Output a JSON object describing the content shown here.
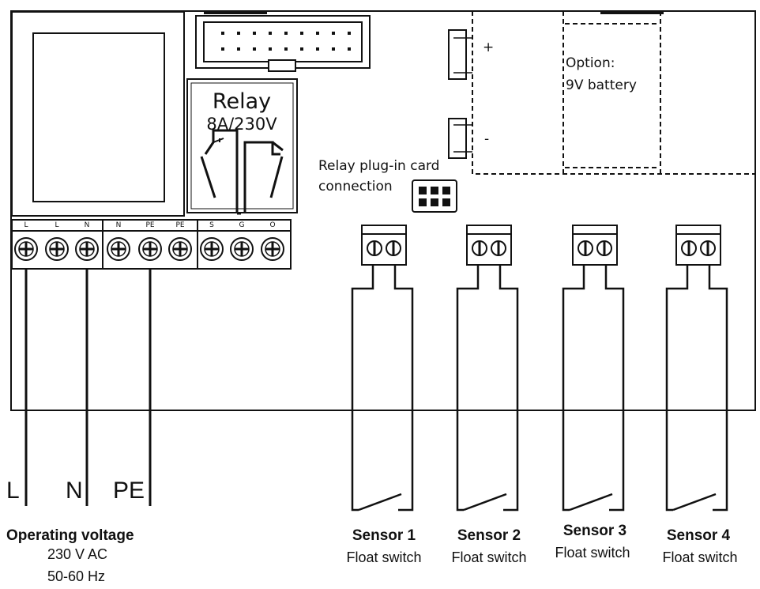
{
  "relay": {
    "title": "Relay",
    "rating": "8A/230V"
  },
  "battery": {
    "line1": "Option:",
    "line2": "9V battery",
    "plus": "+",
    "minus": "-"
  },
  "plugin_card": {
    "line1": "Relay plug-in card",
    "line2": "connection"
  },
  "terminals": [
    "L",
    "L",
    "N",
    "N",
    "PE",
    "PE",
    "S",
    "G",
    "O"
  ],
  "wires": {
    "l": "L",
    "n": "N",
    "pe": "PE"
  },
  "operating_voltage": {
    "title": "Operating voltage",
    "voltage": "230 V AC",
    "frequency": "50-60 Hz"
  },
  "sensors": [
    {
      "name": "Sensor 1",
      "type": "Float switch"
    },
    {
      "name": "Sensor 2",
      "type": "Float switch"
    },
    {
      "name": "Sensor 3",
      "type": "Float switch"
    },
    {
      "name": "Sensor 4",
      "type": "Float switch"
    }
  ]
}
